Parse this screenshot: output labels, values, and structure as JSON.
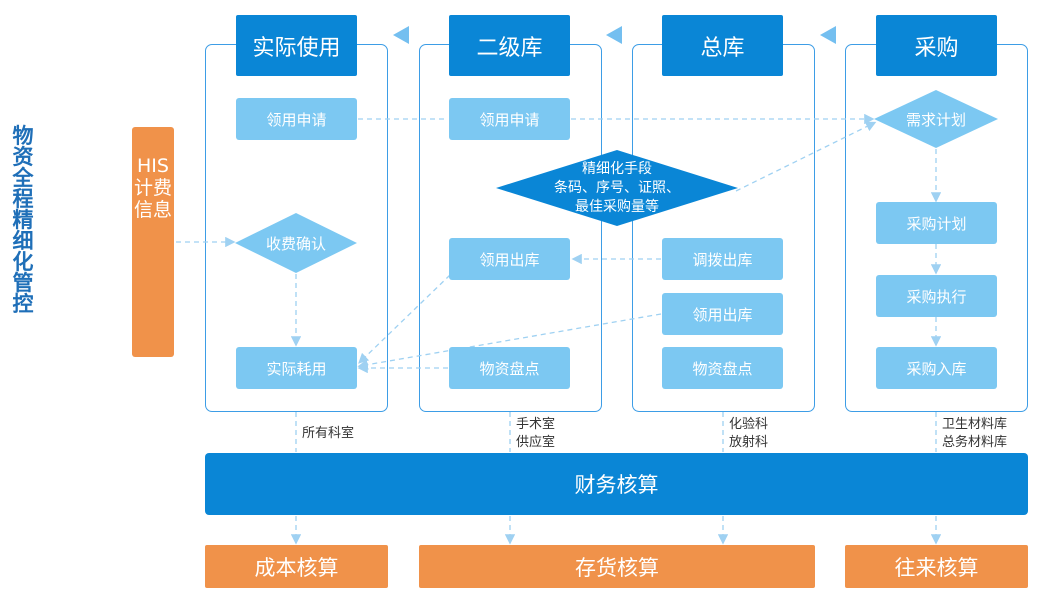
{
  "side_title": "物资全程精细化管控",
  "his_label": "HIS计费信息",
  "columns": [
    {
      "title": "实际使用"
    },
    {
      "title": "二级库"
    },
    {
      "title": "总库"
    },
    {
      "title": "采购"
    }
  ],
  "boxes": {
    "use_request": "领用申请",
    "sec_request": "领用申请",
    "fee_confirm": "收费确认",
    "actual_consume": "实际耗用",
    "sec_outbound": "领用出库",
    "sec_inventory": "物资盘点",
    "main_transfer": "调拨出库",
    "main_outbound": "领用出库",
    "main_inventory": "物资盘点",
    "demand_plan": "需求计划",
    "purchase_plan": "采购计划",
    "purchase_exec": "采购执行",
    "purchase_in": "采购入库"
  },
  "refine": {
    "line1": "精细化手段",
    "line2": "条码、序号、证照、",
    "line3": "最佳采购量等"
  },
  "notes": {
    "col1": "所有科室",
    "col2_a": "手术室",
    "col2_b": "供应室",
    "col3_a": "化验科",
    "col3_b": "放射科",
    "col4_a": "卫生材料库",
    "col4_b": "总务材料库"
  },
  "finance": "财务核算",
  "bottom": {
    "cost": "成本核算",
    "stock": "存货核算",
    "ar": "往来核算"
  },
  "colors": {
    "header_blue": "#0a86d6",
    "box_blue": "#7cc8f2",
    "border_blue": "#3d9de6",
    "orange": "#f0924a",
    "title_blue": "#1f6fb8"
  }
}
